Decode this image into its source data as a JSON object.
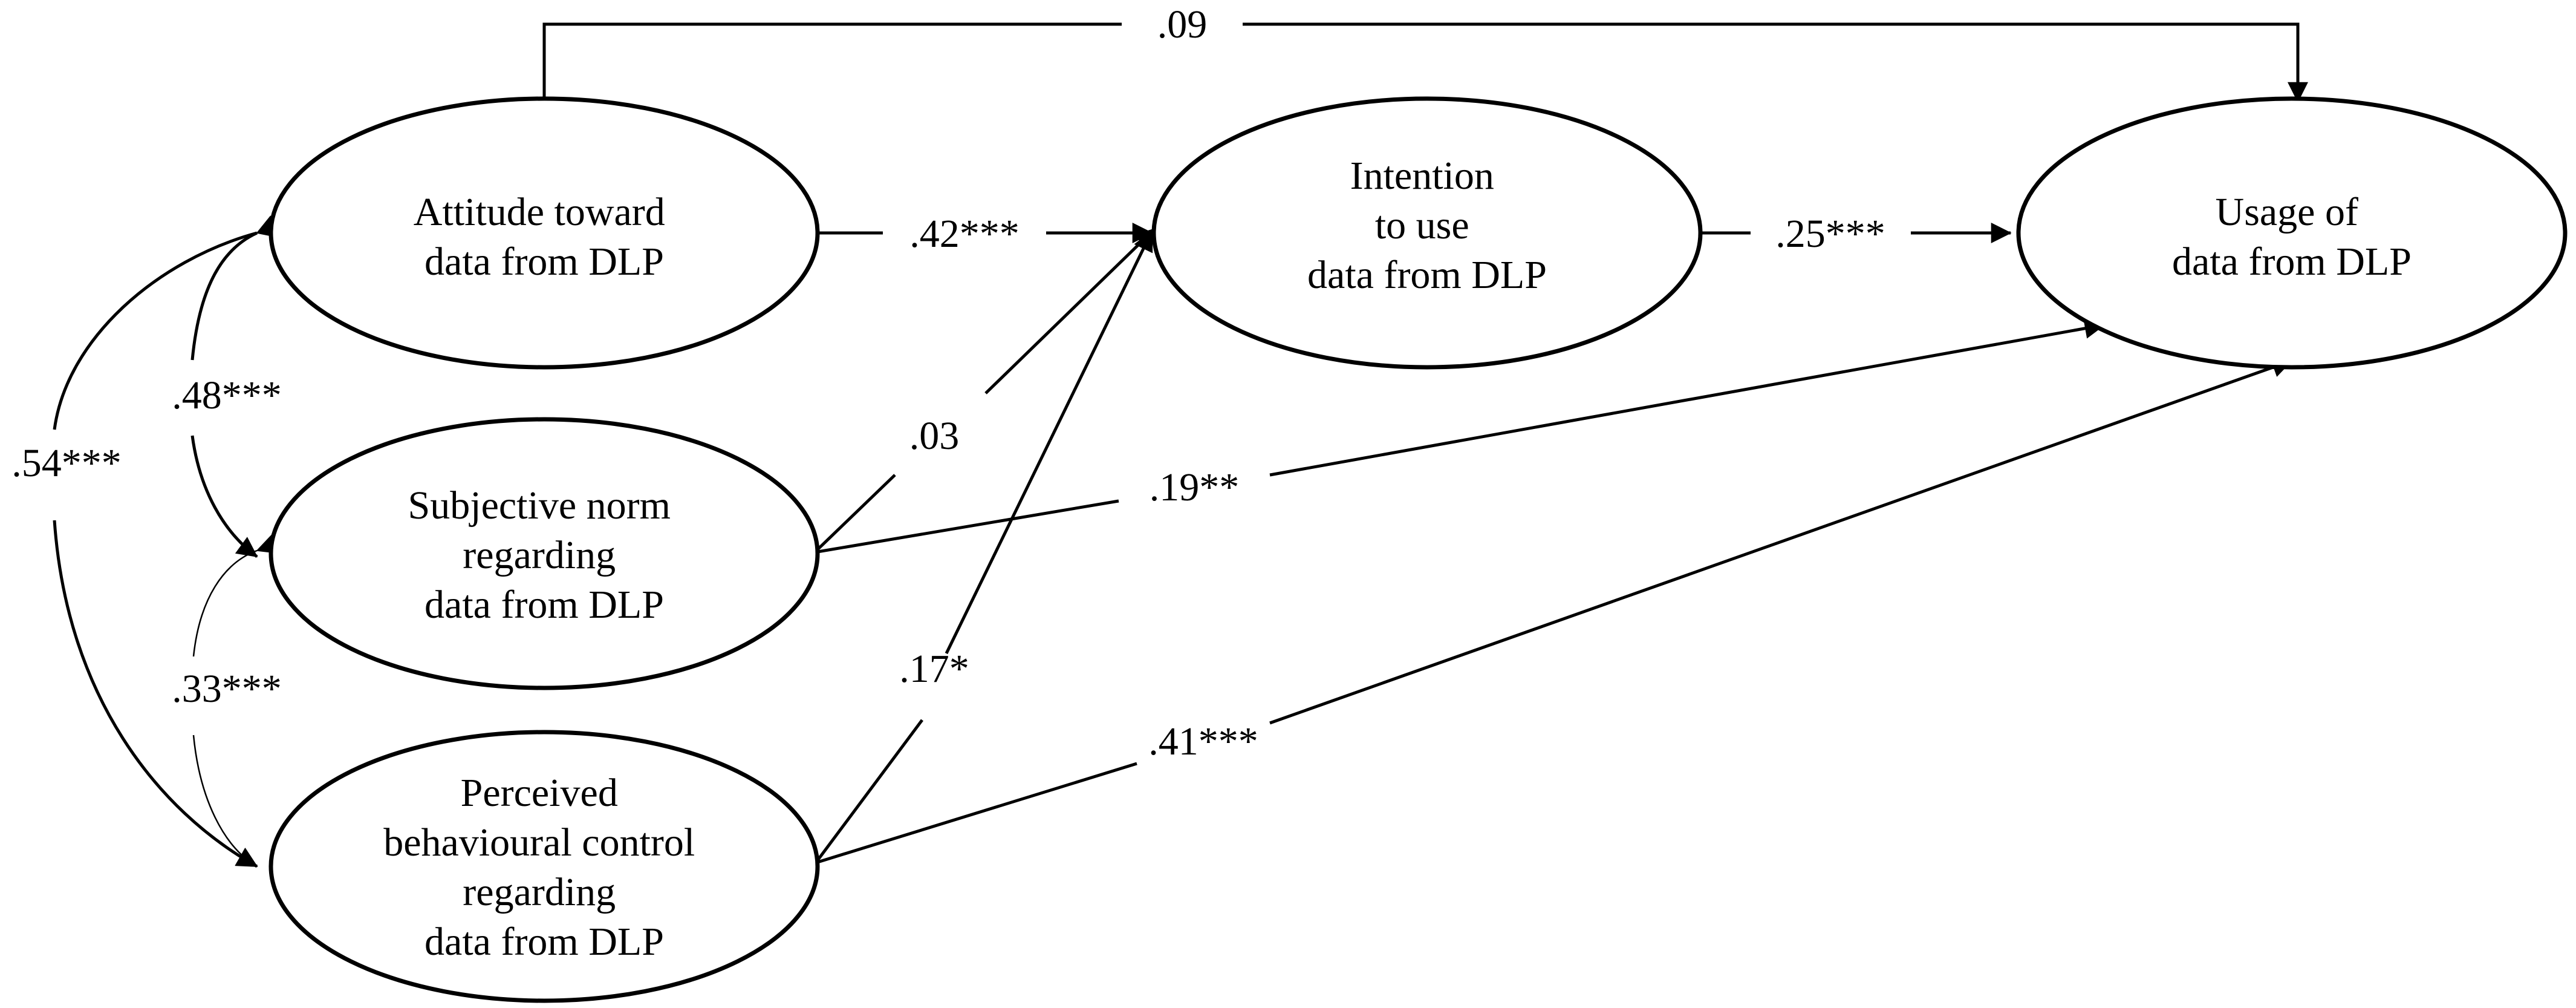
{
  "nodes": {
    "attitude": {
      "lines": [
        "Attitude toward",
        "data from DLP"
      ]
    },
    "subjective_norm": {
      "lines": [
        "Subjective norm",
        "regarding",
        "data from DLP"
      ]
    },
    "pbc": {
      "lines": [
        "Perceived",
        "behavioural control",
        "regarding",
        "data from DLP"
      ]
    },
    "intention": {
      "lines": [
        "Intention",
        "to use",
        "data from DLP"
      ]
    },
    "usage": {
      "lines": [
        "Usage of",
        "data from DLP"
      ]
    }
  },
  "paths": {
    "attitude_to_usage": ".09",
    "attitude_to_intention": ".42***",
    "intention_to_usage": ".25***",
    "subjective_norm_to_intention": ".03",
    "subjective_norm_to_usage": ".19**",
    "pbc_to_intention": ".17*",
    "pbc_to_usage": ".41***"
  },
  "correlations": {
    "attitude_pbc": ".54***",
    "attitude_subjective_norm": ".48***",
    "subjective_norm_pbc": ".33***"
  }
}
